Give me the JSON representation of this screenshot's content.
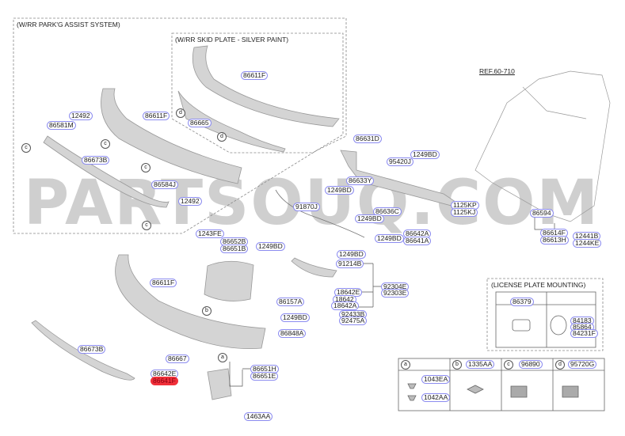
{
  "watermark": "PARTSOUQ.COM",
  "groups": {
    "park_assist": "(W/RR PARK'G ASSIST SYSTEM)",
    "skid_plate": "(W/RR SKID PLATE - SILVER PAINT)",
    "license_plate": "(LICENSE PLATE MOUNTING)"
  },
  "ref": "REF.60-710",
  "labels": [
    "86611F",
    "12492",
    "86581M",
    "86611F",
    "86665",
    "86673B",
    "86584J",
    "12492",
    "86631D",
    "95420J",
    "1249BD",
    "86633Y",
    "1249BD",
    "91870J",
    "86636C",
    "1249BD",
    "1125KP",
    "1125KJ",
    "1249BD",
    "86642A",
    "86641A",
    "86594",
    "86614F",
    "86613H",
    "12441B",
    "1244KE",
    "1243FE",
    "86652B",
    "86651B",
    "1249BD",
    "1249BD",
    "91214B",
    "86611F",
    "18642E",
    "18642",
    "18642A",
    "92433B",
    "92475A",
    "92304E",
    "92303E",
    "86157A",
    "1249BD",
    "86848A",
    "86673B",
    "86667",
    "86642E",
    "86641F",
    "86651H",
    "86651E",
    "1463AA"
  ],
  "highlight_color": "#f0303a",
  "callouts": {
    "a": "a",
    "b": "b",
    "c": "c",
    "d": "d"
  },
  "license": {
    "part1": "86379",
    "part2": [
      "84183",
      "85864",
      "84231F"
    ]
  },
  "table": [
    {
      "key": "a",
      "parts": [
        "1043EA",
        "1042AA"
      ]
    },
    {
      "key": "b",
      "header": "1335AA"
    },
    {
      "key": "c",
      "header": "96890"
    },
    {
      "key": "d",
      "header": "95720G"
    }
  ]
}
